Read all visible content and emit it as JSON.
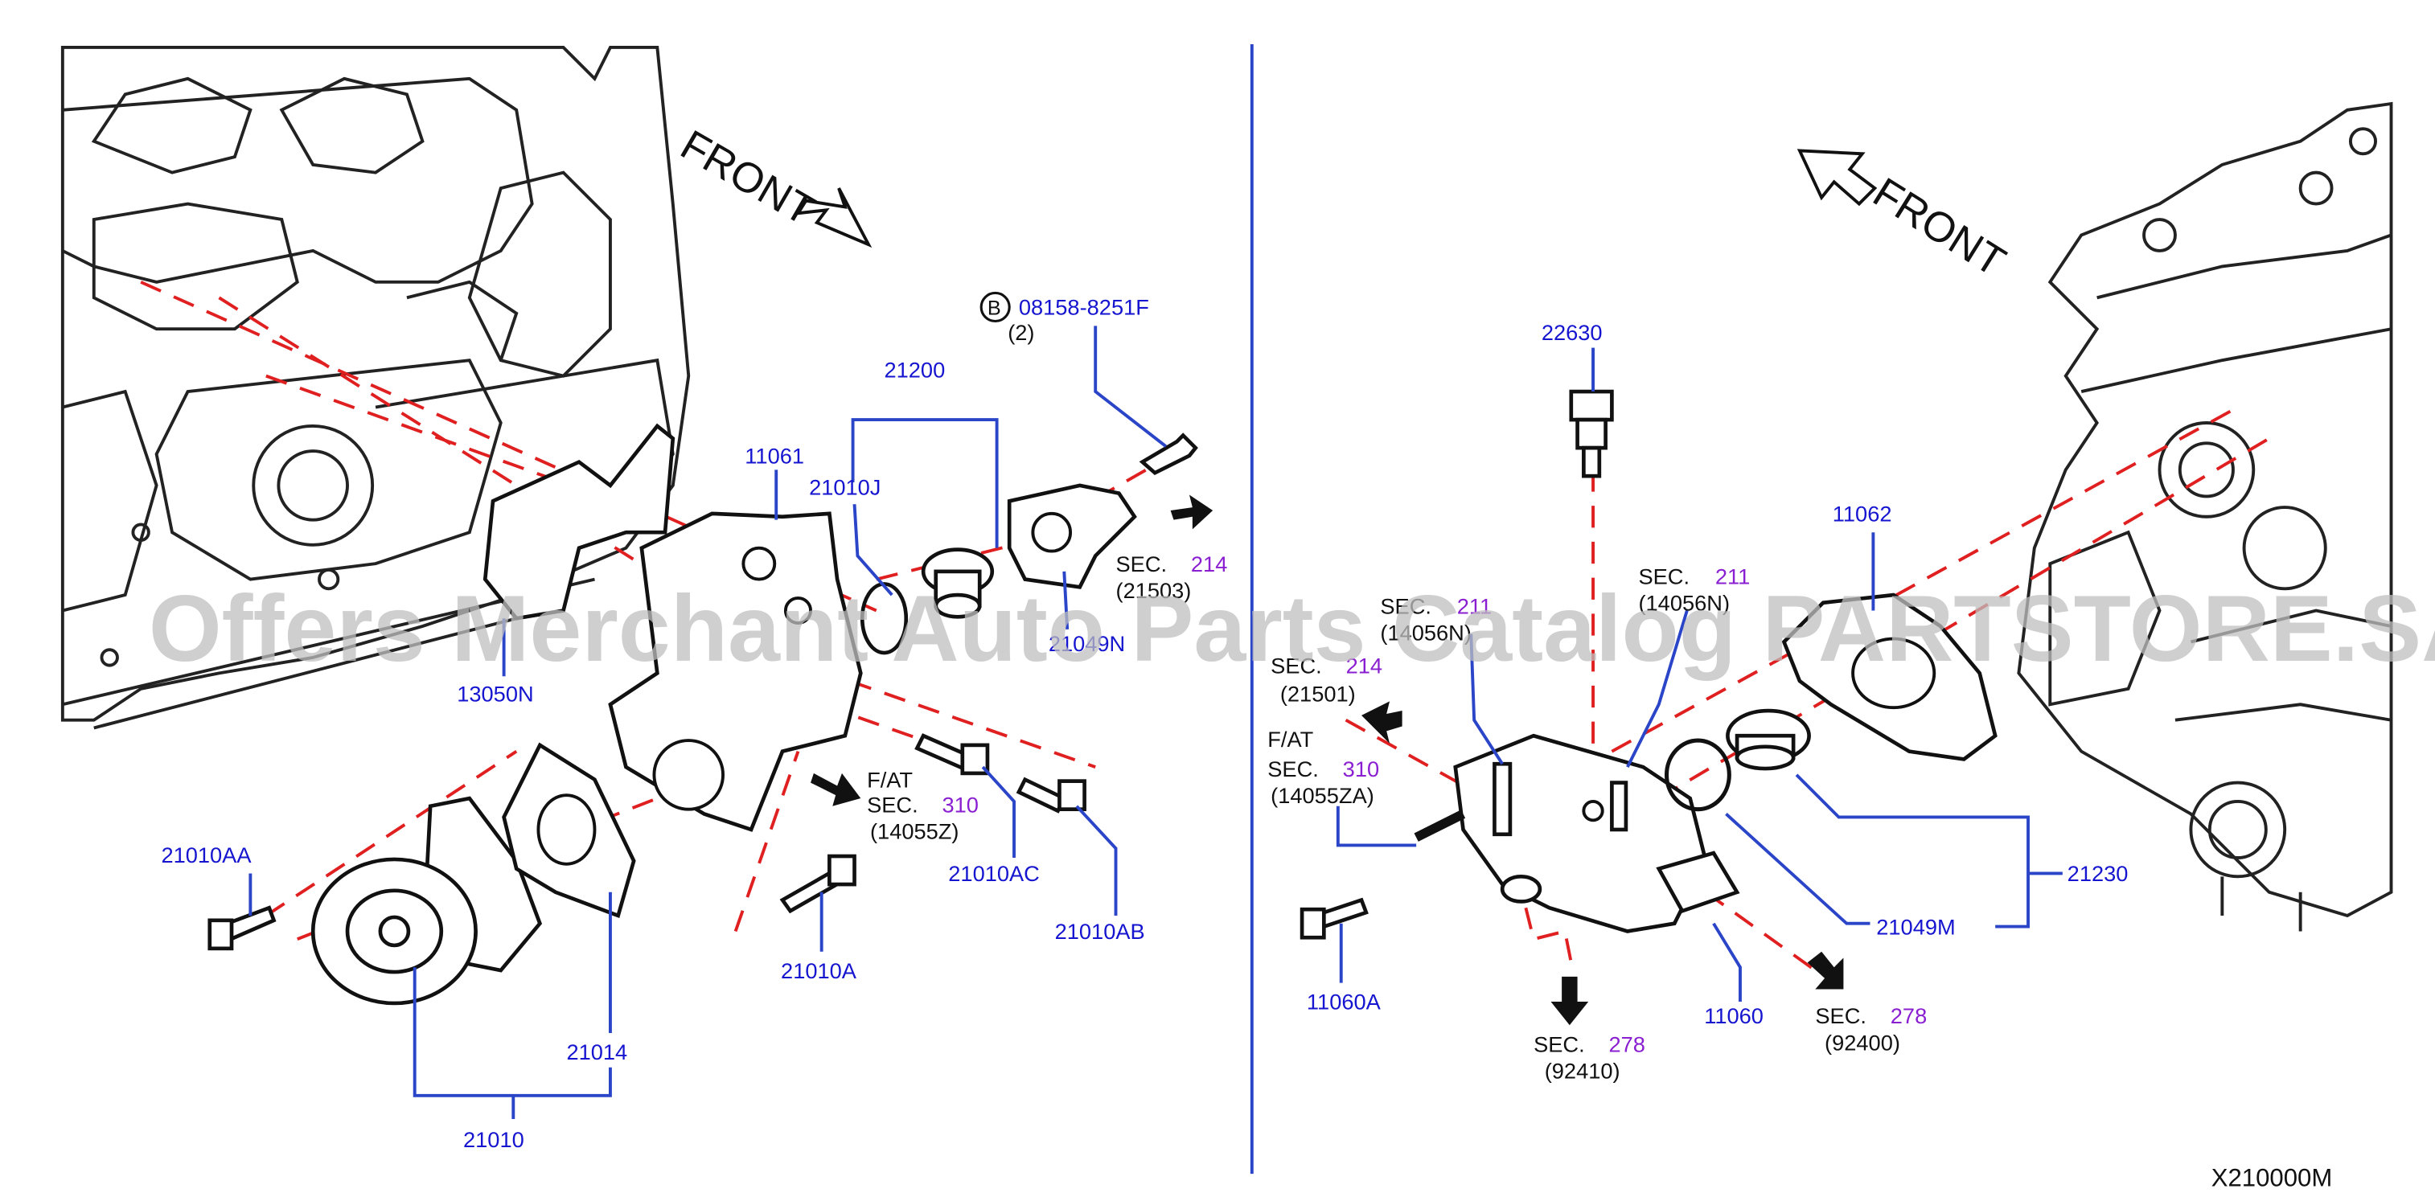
{
  "diagram": {
    "figure_code": "X210000M",
    "watermark": "Offers Merchant Auto Parts Catalog PARTSTORE.SA",
    "front_left": "FRONT",
    "front_right": "FRONT",
    "bolt_badge": "B",
    "labels": {
      "p08158": "08158-8251F",
      "qty2": "(2)",
      "p21200": "21200",
      "p21010J": "21010J",
      "p11061": "11061",
      "p21049N": "21049N",
      "p13050N": "13050N",
      "p21010AA": "21010AA",
      "p21014": "21014",
      "p21010": "21010",
      "p21010A": "21010A",
      "p21010AC": "21010AC",
      "p21010AB": "21010AB",
      "p22630": "22630",
      "p11062": "11062",
      "p21230": "21230",
      "p21049M": "21049M",
      "p11060": "11060",
      "p11060A": "11060A"
    },
    "sections": {
      "sec214_top": {
        "word": "SEC.",
        "num": "214",
        "ref": "(21503)"
      },
      "fat310_left": {
        "fat": "F/AT",
        "word": "SEC.",
        "num": "310",
        "ref": "(14055Z)"
      },
      "sec211_a": {
        "word": "SEC.",
        "num": "211",
        "ref": "(14056N)"
      },
      "sec211_b": {
        "word": "SEC.",
        "num": "211",
        "ref": "(14056N)"
      },
      "sec214_right": {
        "word": "SEC.",
        "num": "214",
        "ref": "(21501)"
      },
      "fat310_right": {
        "fat": "F/AT",
        "word": "SEC.",
        "num": "310",
        "ref": "(14055ZA)"
      },
      "sec278_a": {
        "word": "SEC.",
        "num": "278",
        "ref": "(92410)"
      },
      "sec278_b": {
        "word": "SEC.",
        "num": "278",
        "ref": "(92400)"
      }
    }
  }
}
